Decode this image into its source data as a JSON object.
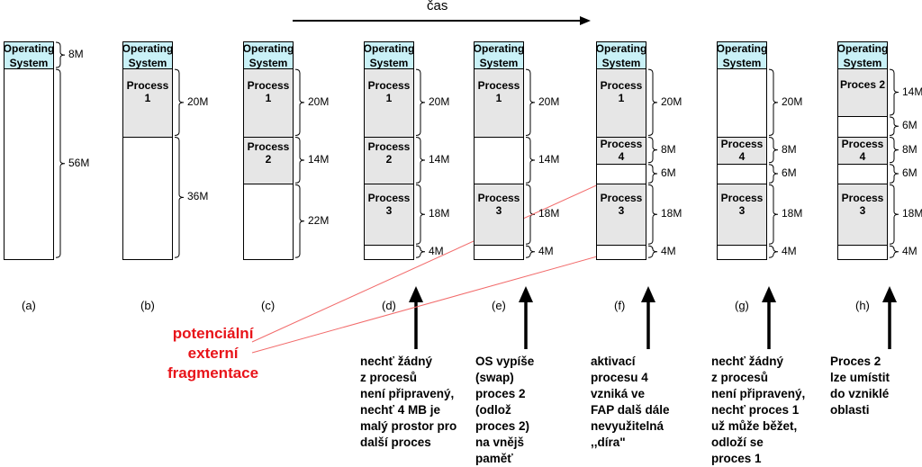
{
  "time_label": "čas",
  "fragmentation_label": [
    "potenciální",
    "externí",
    "fragmentace"
  ],
  "columns": [
    {
      "id": "a",
      "caption": "(a)",
      "blocks": [
        {
          "kind": "os",
          "label": "Operating\nSystem",
          "size": "8M"
        },
        {
          "kind": "free",
          "label": "",
          "size": "56M"
        }
      ],
      "note": []
    },
    {
      "id": "b",
      "caption": "(b)",
      "blocks": [
        {
          "kind": "os",
          "label": "Operating\nSystem",
          "size": ""
        },
        {
          "kind": "proc",
          "label": "Process 1",
          "size": "20M"
        },
        {
          "kind": "free",
          "label": "",
          "size": "36M"
        }
      ],
      "note": []
    },
    {
      "id": "c",
      "caption": "(c)",
      "blocks": [
        {
          "kind": "os",
          "label": "Operating\nSystem",
          "size": ""
        },
        {
          "kind": "proc",
          "label": "Process 1",
          "size": "20M"
        },
        {
          "kind": "proc",
          "label": "Process 2",
          "size": "14M"
        },
        {
          "kind": "free",
          "label": "",
          "size": "22M"
        }
      ],
      "note": []
    },
    {
      "id": "d",
      "caption": "(d)",
      "blocks": [
        {
          "kind": "os",
          "label": "Operating\nSystem",
          "size": ""
        },
        {
          "kind": "proc",
          "label": "Process 1",
          "size": "20M"
        },
        {
          "kind": "proc",
          "label": "Process 2",
          "size": "14M"
        },
        {
          "kind": "proc",
          "label": "Process 3",
          "size": "18M"
        },
        {
          "kind": "free",
          "label": "",
          "size": "4M"
        }
      ],
      "note": [
        "nechť žádný",
        "z procesů",
        "není připravený,",
        "nechť 4 MB je",
        "malý prostor pro",
        "další proces"
      ]
    },
    {
      "id": "e",
      "caption": "(e)",
      "blocks": [
        {
          "kind": "os",
          "label": "Operating\nSystem",
          "size": ""
        },
        {
          "kind": "proc",
          "label": "Process 1",
          "size": "20M"
        },
        {
          "kind": "free",
          "label": "",
          "size": "14M"
        },
        {
          "kind": "proc",
          "label": "Process 3",
          "size": "18M"
        },
        {
          "kind": "free",
          "label": "",
          "size": "4M"
        }
      ],
      "note": [
        "OS vypíše",
        "(swap)",
        "proces 2",
        "(odlož",
        "proces 2)",
        "na vnějš",
        "paměť"
      ]
    },
    {
      "id": "f",
      "caption": "(f)",
      "blocks": [
        {
          "kind": "os",
          "label": "Operating\nSystem",
          "size": ""
        },
        {
          "kind": "proc",
          "label": "Process 1",
          "size": "20M"
        },
        {
          "kind": "proc",
          "label": "Process 4",
          "size": "8M"
        },
        {
          "kind": "free",
          "label": "",
          "size": "6M"
        },
        {
          "kind": "proc",
          "label": "Process 3",
          "size": "18M"
        },
        {
          "kind": "free",
          "label": "",
          "size": "4M"
        }
      ],
      "note": [
        "aktivací",
        "procesu 4",
        "vzniká ve",
        "FAP dalš dále",
        "nevyužitelná",
        ",,díra\""
      ]
    },
    {
      "id": "g",
      "caption": "(g)",
      "blocks": [
        {
          "kind": "os",
          "label": "Operating\nSystem",
          "size": ""
        },
        {
          "kind": "free",
          "label": "",
          "size": "20M"
        },
        {
          "kind": "proc",
          "label": "Process 4",
          "size": "8M"
        },
        {
          "kind": "free",
          "label": "",
          "size": "6M"
        },
        {
          "kind": "proc",
          "label": "Process 3",
          "size": "18M"
        },
        {
          "kind": "free",
          "label": "",
          "size": "4M"
        }
      ],
      "note": [
        "nechť žádný",
        "z procesů",
        "není připravený,",
        "nechť proces 1",
        "už může běžet,",
        "odloží se",
        "proces 1"
      ]
    },
    {
      "id": "h",
      "caption": "(h)",
      "blocks": [
        {
          "kind": "os",
          "label": "Operating\nSystem",
          "size": ""
        },
        {
          "kind": "proc",
          "label": "Proces 2",
          "size": "14M"
        },
        {
          "kind": "free",
          "label": "",
          "size": "6M"
        },
        {
          "kind": "proc",
          "label": "Process 4",
          "size": "8M"
        },
        {
          "kind": "free",
          "label": "",
          "size": "6M"
        },
        {
          "kind": "proc",
          "label": "Process 3",
          "size": "18M"
        },
        {
          "kind": "free",
          "label": "",
          "size": "4M"
        }
      ],
      "note": [
        "Proces 2",
        "lze umístit",
        "do vzniklé",
        "oblasti"
      ]
    }
  ]
}
